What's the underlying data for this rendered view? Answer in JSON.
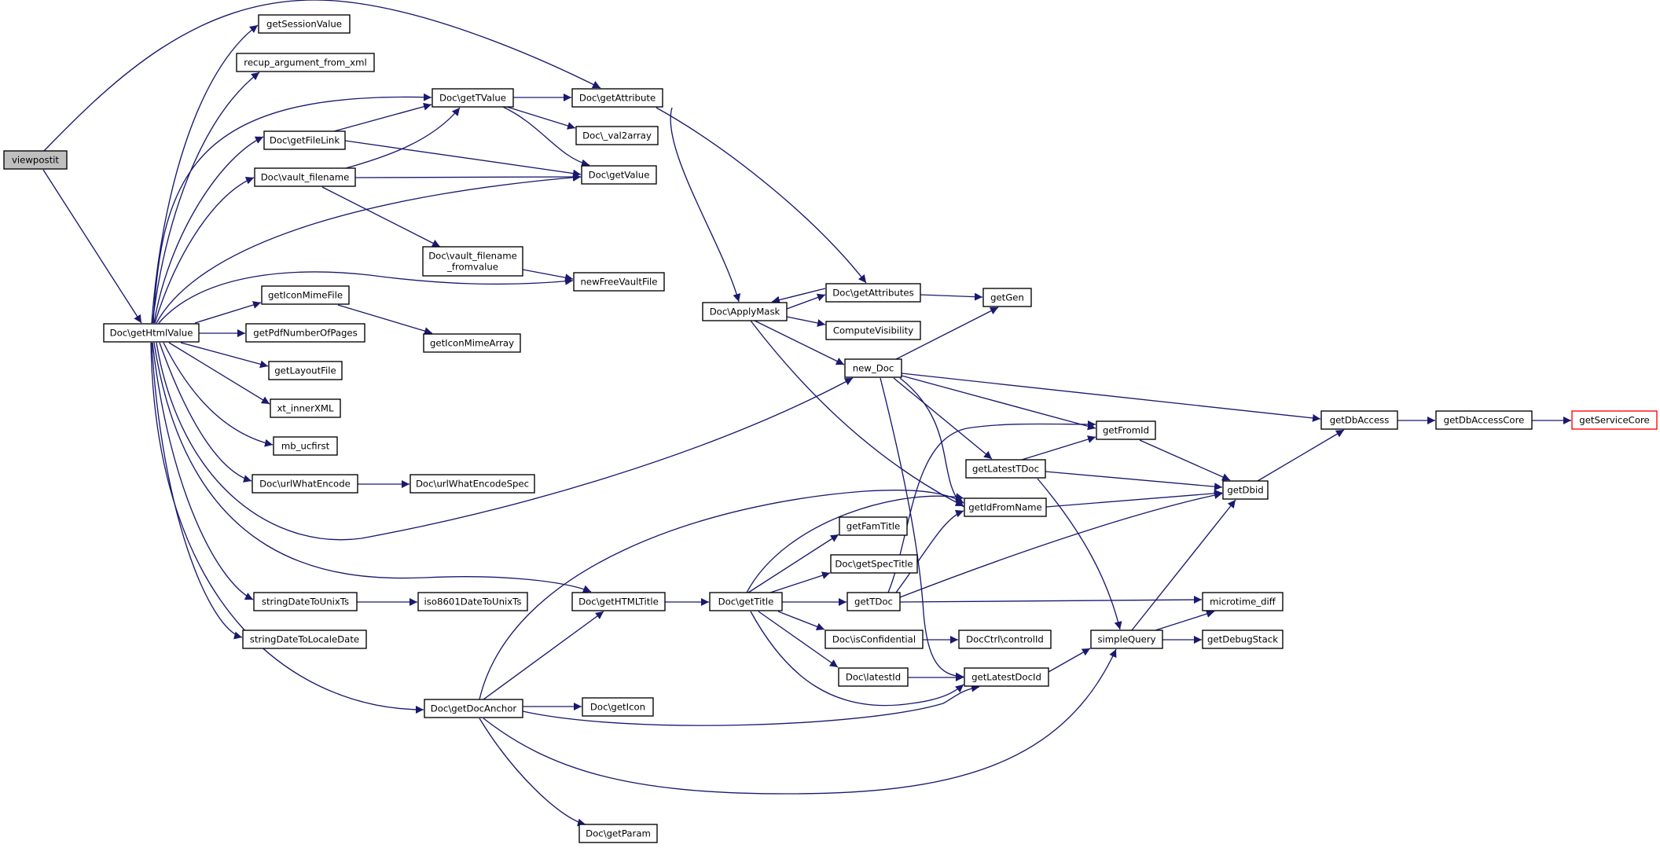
{
  "colors": {
    "edge": "#191970",
    "node_border": "#000000",
    "node_fill": "#ffffff",
    "root_fill": "#bfbfbf",
    "truncated_border": "#ff0000",
    "background": "#ffffff"
  },
  "nodes": [
    {
      "id": "viewpostit",
      "label": "viewpostit",
      "style": "root"
    },
    {
      "id": "getHtmlValue",
      "label": "Doc\\getHtmlValue"
    },
    {
      "id": "getSessionValue",
      "label": "getSessionValue"
    },
    {
      "id": "recup",
      "label": "recup_argument_from_xml"
    },
    {
      "id": "getTValue",
      "label": "Doc\\getTValue"
    },
    {
      "id": "getAttribute",
      "label": "Doc\\getAttribute"
    },
    {
      "id": "val2array",
      "label": "Doc\\_val2array"
    },
    {
      "id": "getFileLink",
      "label": "Doc\\getFileLink"
    },
    {
      "id": "getValue",
      "label": "Doc\\getValue"
    },
    {
      "id": "vaultFilename",
      "label": "Doc\\vault_filename"
    },
    {
      "id": "vaultFromvalue",
      "label": "Doc\\vault_filename_fromvalue",
      "lines": [
        "Doc\\vault_filename",
        "_fromvalue"
      ]
    },
    {
      "id": "newFreeVaultFile",
      "label": "newFreeVaultFile"
    },
    {
      "id": "getIconMimeFile",
      "label": "getIconMimeFile"
    },
    {
      "id": "getIconMimeArray",
      "label": "getIconMimeArray"
    },
    {
      "id": "getPdfNumberOfPages",
      "label": "getPdfNumberOfPages"
    },
    {
      "id": "getLayoutFile",
      "label": "getLayoutFile"
    },
    {
      "id": "xtInnerXML",
      "label": "xt_innerXML"
    },
    {
      "id": "mbUcfirst",
      "label": "mb_ucfirst"
    },
    {
      "id": "urlWhatEncode",
      "label": "Doc\\urlWhatEncode"
    },
    {
      "id": "urlWhatEncodeSpec",
      "label": "Doc\\urlWhatEncodeSpec"
    },
    {
      "id": "stringDateToUnixTs",
      "label": "stringDateToUnixTs"
    },
    {
      "id": "iso8601",
      "label": "iso8601DateToUnixTs"
    },
    {
      "id": "stringDateToLocaleDate",
      "label": "stringDateToLocaleDate"
    },
    {
      "id": "getDocAnchor",
      "label": "Doc\\getDocAnchor"
    },
    {
      "id": "getIcon",
      "label": "Doc\\getIcon"
    },
    {
      "id": "getParam",
      "label": "Doc\\getParam"
    },
    {
      "id": "getHTMLTitle",
      "label": "Doc\\getHTMLTitle"
    },
    {
      "id": "getTitle",
      "label": "Doc\\getTitle"
    },
    {
      "id": "applyMask",
      "label": "Doc\\ApplyMask"
    },
    {
      "id": "getAttributes",
      "label": "Doc\\getAttributes"
    },
    {
      "id": "computeVisibility",
      "label": "ComputeVisibility"
    },
    {
      "id": "getGen",
      "label": "getGen"
    },
    {
      "id": "newDoc",
      "label": "new_Doc"
    },
    {
      "id": "getFamTitle",
      "label": "getFamTitle"
    },
    {
      "id": "getSpecTitle",
      "label": "Doc\\getSpecTitle"
    },
    {
      "id": "getTDoc",
      "label": "getTDoc"
    },
    {
      "id": "isConfidential",
      "label": "Doc\\isConfidential"
    },
    {
      "id": "controlId",
      "label": "DocCtrl\\controlId"
    },
    {
      "id": "latestId",
      "label": "Doc\\latestId"
    },
    {
      "id": "getLatestTDoc",
      "label": "getLatestTDoc"
    },
    {
      "id": "getIdFromName",
      "label": "getIdFromName"
    },
    {
      "id": "getFromId",
      "label": "getFromId"
    },
    {
      "id": "getLatestDocId",
      "label": "getLatestDocId"
    },
    {
      "id": "simpleQuery",
      "label": "simpleQuery"
    },
    {
      "id": "microtimeDiff",
      "label": "microtime_diff"
    },
    {
      "id": "getDebugStack",
      "label": "getDebugStack"
    },
    {
      "id": "getDbid",
      "label": "getDbid"
    },
    {
      "id": "getDbAccess",
      "label": "getDbAccess"
    },
    {
      "id": "getDbAccessCore",
      "label": "getDbAccessCore"
    },
    {
      "id": "getServiceCore",
      "label": "getServiceCore",
      "style": "truncated"
    }
  ]
}
